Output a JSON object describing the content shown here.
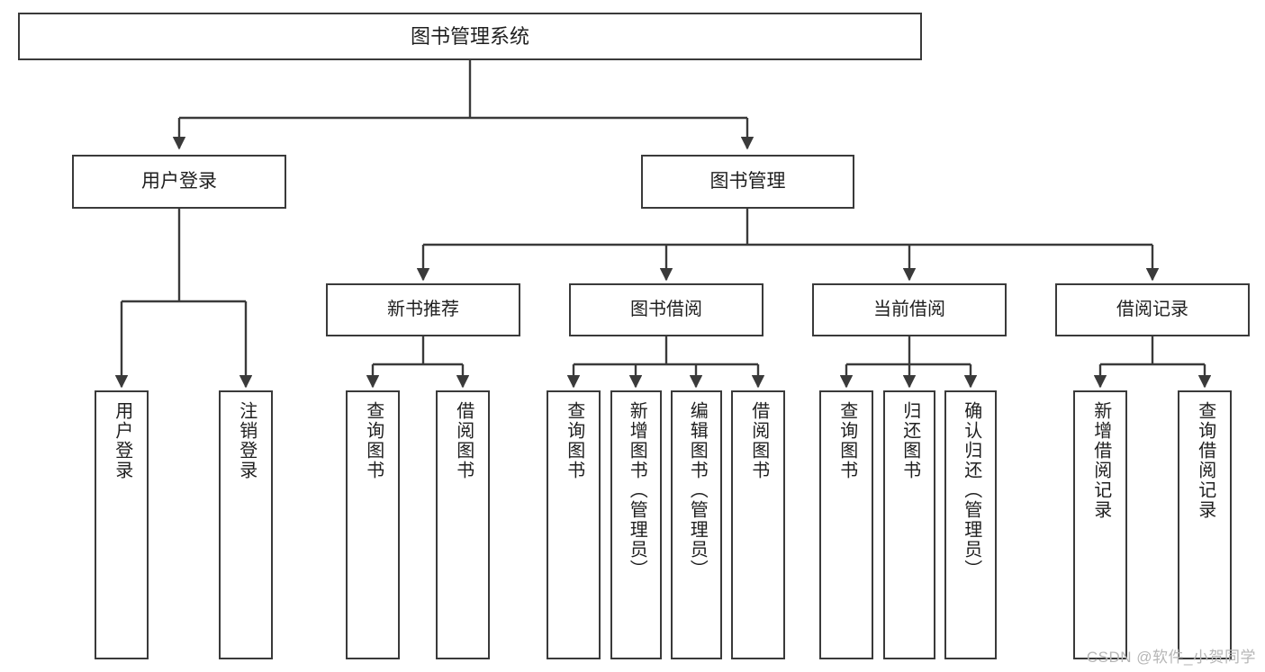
{
  "diagram": {
    "title": "图书管理系统",
    "type": "tree",
    "watermark": "CSDN @软件_小贺同学",
    "colors": {
      "background": "#ffffff",
      "border": "#3a3a3a",
      "text": "#1f1f1f",
      "edge": "#3a3a3a",
      "watermark": "#b6b6b6"
    },
    "root": {
      "label": "图书管理系统"
    },
    "level1": [
      {
        "label": "用户登录"
      },
      {
        "label": "图书管理"
      }
    ],
    "level2": [
      {
        "label": "新书推荐"
      },
      {
        "label": "图书借阅"
      },
      {
        "label": "当前借阅"
      },
      {
        "label": "借阅记录"
      }
    ],
    "leaves": {
      "user_login": [
        {
          "label": "用户登录"
        },
        {
          "label": "注销登录"
        }
      ],
      "new_book_recommend": [
        {
          "label": "查询图书"
        },
        {
          "label": "借阅图书"
        }
      ],
      "book_borrow": [
        {
          "label": "查询图书"
        },
        {
          "label": "新增图书（管理员）"
        },
        {
          "label": "编辑图书（管理员）"
        },
        {
          "label": "借阅图书"
        }
      ],
      "current_borrow": [
        {
          "label": "查询图书"
        },
        {
          "label": "归还图书"
        },
        {
          "label": "确认归还（管理员）"
        }
      ],
      "borrow_record": [
        {
          "label": "新增借阅记录"
        },
        {
          "label": "查询借阅记录"
        }
      ]
    }
  }
}
